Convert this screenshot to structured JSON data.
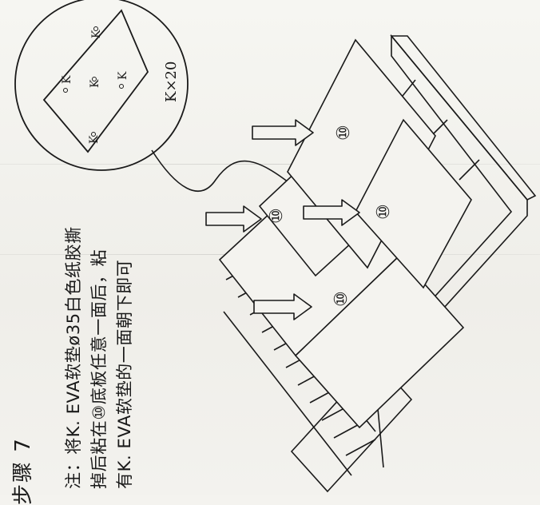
{
  "step": {
    "label": "步骤 7"
  },
  "note": {
    "line1": "注：将K. EVA软垫ø35白色纸胶撕",
    "line2": "掉后粘在⑩底板任意一面后，粘",
    "line3": "有K. EVA软垫的一面朝下即可"
  },
  "detail": {
    "pad_label": "K",
    "count_label": "K×20"
  },
  "diagram": {
    "panel_marker": "⑩"
  }
}
